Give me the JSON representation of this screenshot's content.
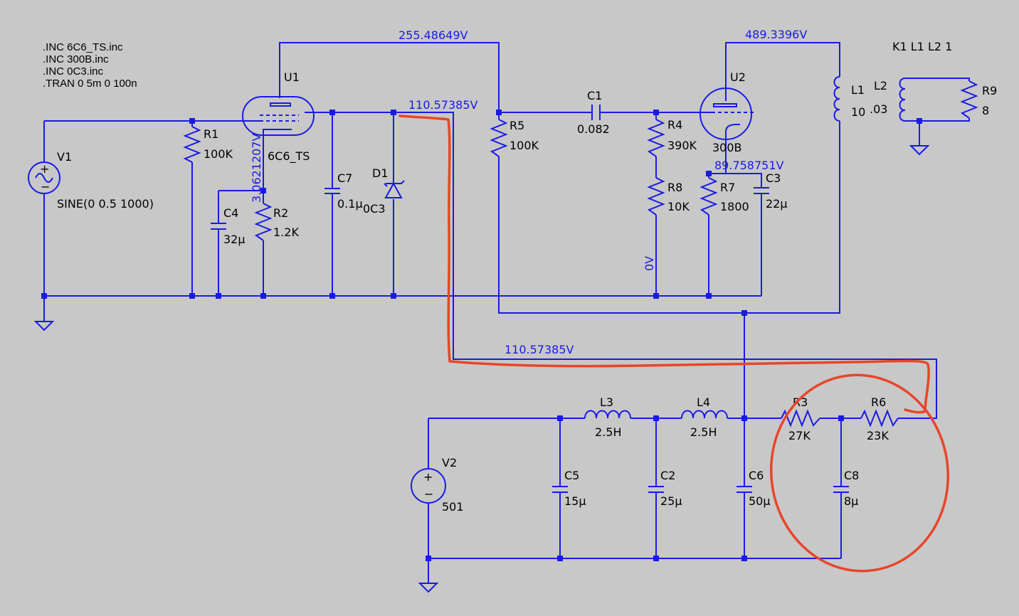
{
  "directives": [
    ".INC 6C6_TS.inc",
    ".INC 300B.inc",
    ".INC 0C3.inc",
    ".TRAN 0 5m 0 100n"
  ],
  "coupling": "K1 L1 L2 1",
  "components": {
    "V1": {
      "name": "V1",
      "value": "SINE(0 0.5 1000)"
    },
    "R1": {
      "name": "R1",
      "value": "100K"
    },
    "U1": {
      "name": "U1",
      "value": "6C6_TS"
    },
    "C4": {
      "name": "C4",
      "value": "32µ"
    },
    "R2": {
      "name": "R2",
      "value": "1.2K"
    },
    "C7": {
      "name": "C7",
      "value": "0.1µ"
    },
    "D1": {
      "name": "D1",
      "value": "0C3"
    },
    "R5": {
      "name": "R5",
      "value": "100K"
    },
    "C1": {
      "name": "C1",
      "value": "0.082"
    },
    "R4": {
      "name": "R4",
      "value": "390K"
    },
    "R8": {
      "name": "R8",
      "value": "10K"
    },
    "U2": {
      "name": "U2",
      "value": "300B"
    },
    "R7": {
      "name": "R7",
      "value": "1800"
    },
    "C3": {
      "name": "C3",
      "value": "22µ"
    },
    "L1": {
      "name": "L1",
      "value": "10"
    },
    "L2": {
      "name": "L2",
      "value": ".03"
    },
    "R9": {
      "name": "R9",
      "value": "8"
    },
    "V2": {
      "name": "V2",
      "value": "501"
    },
    "C5": {
      "name": "C5",
      "value": "15µ"
    },
    "L3": {
      "name": "L3",
      "value": "2.5H"
    },
    "C2": {
      "name": "C2",
      "value": "25µ"
    },
    "L4": {
      "name": "L4",
      "value": "2.5H"
    },
    "C6": {
      "name": "C6",
      "value": "50µ"
    },
    "R3": {
      "name": "R3",
      "value": "27K"
    },
    "R6": {
      "name": "R6",
      "value": "23K"
    },
    "C8": {
      "name": "C8",
      "value": "8µ"
    }
  },
  "voltages": {
    "u1_plate": "255.48649V",
    "u2_plate": "489.3396V",
    "u1_screen": "110.57385V",
    "supply_screen": "110.57385V",
    "u1_cathode": "3.0621207V",
    "u2_cathode": "89.758751V",
    "r8_bottom": "0V"
  },
  "colors": {
    "wire": "#1a1ae6",
    "background": "#c8c8c8",
    "annotation": "#e8452a"
  }
}
